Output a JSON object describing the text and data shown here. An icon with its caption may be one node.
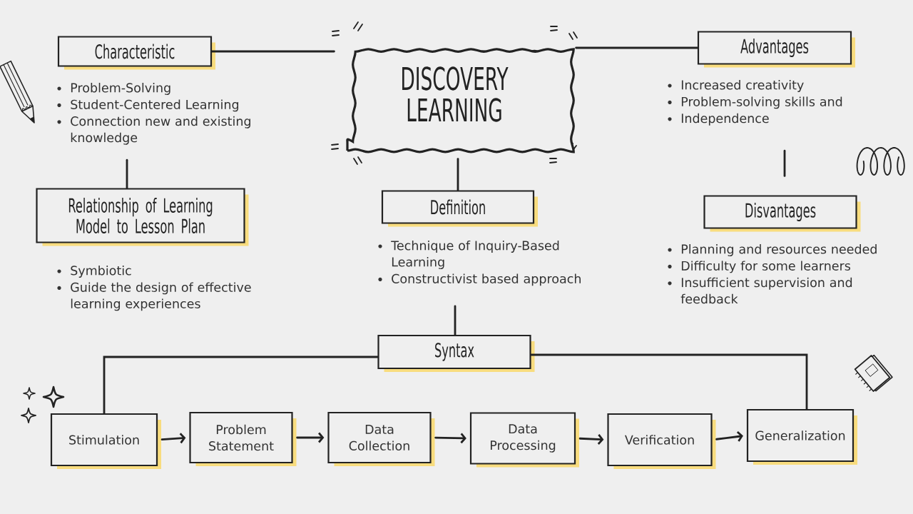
{
  "diagram": {
    "nodes": [
      {
        "text": [
          "Characteristic"
        ],
        "beside": [
          "Problem-Solving",
          "Student-Centered Learning",
          "Connection new and existing knowledge"
        ]
      },
      {
        "text": [
          "DISCOVERY LEARNING"
        ]
      },
      {
        "text": [
          "Advantages"
        ],
        "beside": [
          "Increased creativity",
          "Problem-solving skills and",
          "Independence"
        ]
      },
      {
        "text": [
          "Relationship of Learning Model to Lesson Plan"
        ],
        "beside": [
          "Symbiotic",
          "Guide the design of effective learning experiences"
        ]
      },
      {
        "text": [
          "Definition"
        ],
        "beside": [
          "Technique of Inquiry-Based Learning",
          "Constructivist based approach"
        ]
      },
      {
        "text": [
          "Disvantages"
        ],
        "beside": [
          "Planning and resources needed",
          "Difficulty for some learners",
          "Insufficient supervision and feedback"
        ]
      },
      {
        "text": [
          "Syntax"
        ]
      },
      {
        "text": [
          "Stimulation"
        ]
      },
      {
        "text": [
          "Problem Statement"
        ]
      },
      {
        "text": [
          "Data Collection"
        ]
      },
      {
        "text": [
          "Data Processing"
        ]
      },
      {
        "text": [
          "Verification"
        ]
      },
      {
        "text": [
          "Generalization"
        ]
      }
    ],
    "edges": [
      {
        "from": 1,
        "to": 0,
        "arrow": "none"
      },
      {
        "from": 1,
        "to": 2,
        "arrow": "none"
      },
      {
        "from": 1,
        "to": 4,
        "arrow": "none"
      },
      {
        "from": 0,
        "to": 3,
        "arrow": "none"
      },
      {
        "from": 2,
        "to": 5,
        "arrow": "none"
      },
      {
        "from": 4,
        "to": 6,
        "arrow": "none"
      },
      {
        "from": 6,
        "to": 7,
        "arrow": "none"
      },
      {
        "from": 6,
        "to": 12,
        "arrow": "none"
      },
      {
        "from": 7,
        "to": 8,
        "arrow": "to"
      },
      {
        "from": 8,
        "to": 9,
        "arrow": "to"
      },
      {
        "from": 9,
        "to": 10,
        "arrow": "to"
      },
      {
        "from": 10,
        "to": 11,
        "arrow": "to"
      },
      {
        "from": 11,
        "to": 12,
        "arrow": "to"
      }
    ]
  }
}
